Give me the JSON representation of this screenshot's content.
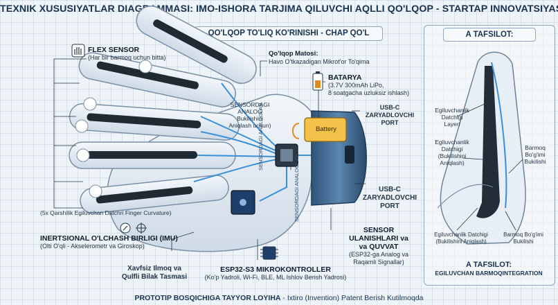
{
  "title": "TEXNIK XUSUSIYATLAR DIAGRAMMASI: IMO-ISHORA TARJIMA QILUVCHI AQLLI QO'LQOP - STARTAP INNOVATSIYASI",
  "main_banner": "QO'LQOP TO'LIQ KO'RINISHI - CHAP QO'L",
  "detail_banner": "A TAFSILOT:",
  "labels": {
    "flex_title": "FLEX SENSOR",
    "flex_sub": "(Har bir barmoq uchun bitta)",
    "material_title": "Qo'lqop Matosi:",
    "material_sub": "Havo O'tkazadigan Mikrot'or To'qima",
    "battery_title": "BATARYA",
    "battery_sub1": "(3.7V 300mAh LiPo,",
    "battery_sub2": "8 soatgacha uzluksiz ishlash)",
    "battery_text": "Battery",
    "usbc_top_1": "USB-C ZARYADLOVCHI",
    "usbc_top_2": "PORT",
    "analog_1": "SENSORDAGI",
    "analog_2": "ANALOG",
    "analog_3": "Bukilishini",
    "analog_4": "Aniqlash uchun)",
    "usbc_mid_1": "USB-C",
    "usbc_mid_2": "ZARYADLOVCHI",
    "usbc_mid_3": "PORT",
    "curvature": "(5x Qarshilik Egiluvchan Datchri Finger Curvature)",
    "imu_title": "INERTSIONAL O'LCHASH BIRLIGI (IMU)",
    "imu_sub": "(Olti O'qli - Akselerometr va Giroskop)",
    "sensor_conn_1": "SENSOR",
    "sensor_conn_2": "ULANISHLARI va",
    "sensor_conn_3": "va QUVVAT",
    "sensor_conn_4": "(ESP32-ga Analog va",
    "sensor_conn_5": "Raqamli Signallar)",
    "wrist_1": "Xavfsiz Ilmoq va",
    "wrist_2": "Qulfli Bilak Tasmasi",
    "esp_title": "ESP32-S3 MIKROKONTROLLER",
    "esp_sub": "(Ko'p Yadroli, Wi-Fi, BLE, ML Ishlov Berish Yadrosi)",
    "vertical_analog": "SENSORDAGI ANALOGLAR",
    "vertical_analog2": "SENSORDAGI ANALOGLAR"
  },
  "detail": {
    "d1_1": "Egiluvchanlik",
    "d1_2": "Datchigi",
    "d1_3": "Layeri",
    "d2_1": "Egiluvchanlik",
    "d2_2": "Datchigi",
    "d2_3": "(Bukilishini",
    "d2_4": "Aniqlash)",
    "d3_1": "Barmoq",
    "d3_2": "Bo'g'imi",
    "d3_3": "Bukilishi",
    "d4_1": "Egiluvchanlik Datchigi",
    "d4_2": "(Bukilishini Aniqlash)",
    "d5_1": "Barmoq Bo'g'imi",
    "d5_2": "Bukilishi",
    "caption_1": "A TAFSILOT:",
    "caption_2": "EGILUVCHAN BARMOQINTEGRATION"
  },
  "footer_bold": "PROTOTIP BOSQICHIGA TAYYOR LOYIHA",
  "footer_rest": " - Ixtiro (Invention) Patent Berish Kutilmoqda",
  "colors": {
    "glove": "#dfe8f1",
    "cuff": "#3f6b96",
    "sensor": "#1f2a33",
    "wire": "#3a8fd8",
    "accent": "#e08a1e"
  },
  "icons": [
    "hand-icon",
    "battery-icon",
    "chip-icon",
    "compass-icon"
  ]
}
